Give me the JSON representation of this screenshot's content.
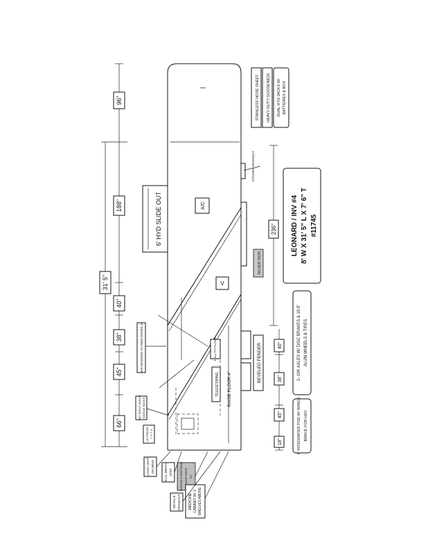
{
  "title": {
    "line1": "LEONARD / INV #4",
    "line2": "8' W X 31' 5\" L X 7' 6\" T",
    "line3": "#11745"
  },
  "dimensions": {
    "nose": "96\"",
    "section_188": "188\"",
    "section_40": "40\"",
    "section_38": "38\"",
    "section_45": "45\"",
    "section_66": "66\"",
    "total_length": "31' 5\"",
    "bottom_236": "236\"",
    "bottom_40": "40\"",
    "bottom_38": "38\"",
    "bottom_45": "45\"",
    "bottom_18": "18\""
  },
  "labels": {
    "slide_out": "6' HYD SLIDE OUT",
    "ac": "A/C",
    "v": "V",
    "silver_skin": "SILVER SKIN",
    "beveled_fender": "BEVELED FENDER",
    "raise_floor": "RAISE FLOOR 4\"",
    "telescoping": "TELESCOPING",
    "full_to_floor": "FULL TO FLOOR",
    "stainless_nose": "STAINLESS NOSE SHEET",
    "heavy_gooseneck": "HEAVY DUTY GOOSENECK",
    "dual_jacks_1": "DUAL HYD JACKS W/",
    "dual_jacks_2": "BATTERIES & BOX",
    "kitchen_drainout": "KITCHEN DRAINOUT",
    "axles_1": "2- 10K AXLES W/ DISC BRAKES & 19.5\"",
    "axles_2": "ALUM WHEELS & TIRES",
    "pod_1": "6' INTEGRATED POD W/ WINGS",
    "pod_2": "BRACE FOR H2O",
    "bar_windows": "BAR WINDOWS ON FEED DOORS (3)",
    "hat_shelf_1": "HAT SHELF ABOVE",
    "hat_shelf_2": "SADDLE RACKS",
    "lr_frigidaire_1": "LR FRIDGE",
    "lr_frigidaire_2": "7' X 7' 3",
    "load_light_1": "LOAD LIGHT",
    "load_light_2": "ON WING",
    "full_width_1": "FULL WIDTH",
    "full_width_2": "STEP",
    "sidewalk_1": "SIDEWALK DRESSING",
    "sidewalk_2": "RAMP DOOR",
    "sidewalk_3": "KIT",
    "vehicle_drainout_1": "VEHICLE",
    "vehicle_drainout_2": "DRAINOUT",
    "medicine_1": "MEDICINE",
    "medicine_2": "CABINET W/ 3",
    "medicine_3": "SHELVES ABOVE"
  },
  "colors": {
    "ink": "#111111",
    "skin_fill": "#c8c8c8"
  }
}
